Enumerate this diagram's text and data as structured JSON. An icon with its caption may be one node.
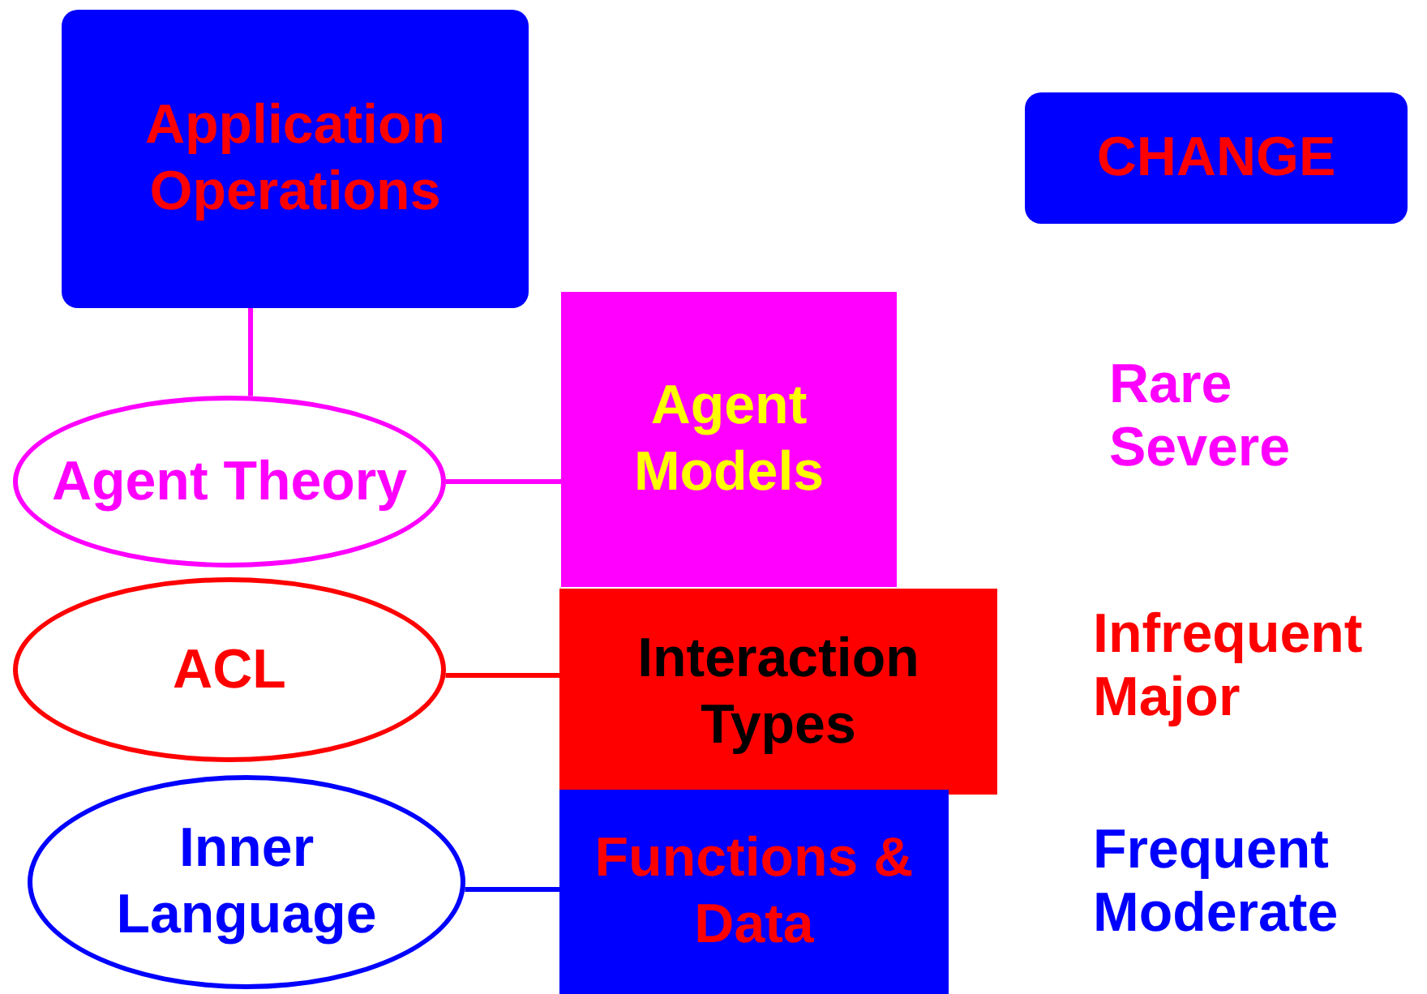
{
  "diagram": {
    "nodes": [
      {
        "text": [
          "Application Operations"
        ]
      },
      {
        "text": [
          "CHANGE"
        ]
      },
      {
        "text": [
          "Agent Models"
        ]
      },
      {
        "text": [
          "Agent Theory"
        ]
      },
      {
        "text": [
          "Interaction Types"
        ]
      },
      {
        "text": [
          "ACL"
        ]
      },
      {
        "text": [
          "Functions & Data"
        ]
      },
      {
        "text": [
          "Inner Language"
        ]
      }
    ],
    "edges": [
      {
        "from": 0,
        "to": 3,
        "arrow": "none",
        "color": "#ff00ff"
      },
      {
        "from": 3,
        "to": 2,
        "arrow": "none",
        "color": "#ff00ff"
      },
      {
        "from": 5,
        "to": 4,
        "arrow": "none",
        "color": "#ff0000"
      },
      {
        "from": 7,
        "to": 6,
        "arrow": "none",
        "color": "#0000ff"
      }
    ],
    "labels": [
      "Rare Severe",
      "Infrequent Major",
      "Frequent Moderate"
    ]
  }
}
